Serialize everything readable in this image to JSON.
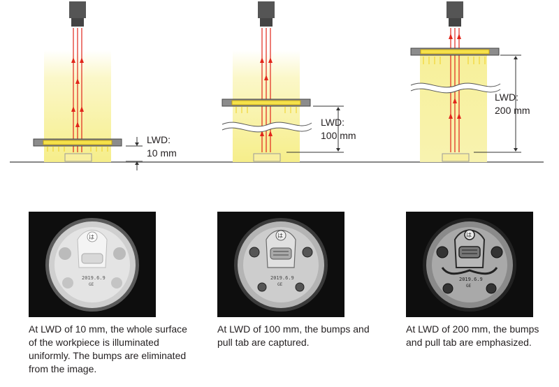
{
  "panels": [
    {
      "lwd_label": "LWD:",
      "lwd_value": "10 mm",
      "caption": "At LWD of 10 mm, the whole surface of the workpiece is illuminated uniformly. The bumps are eliminated from the image.",
      "photo": {
        "text_line1": "2019.6.9",
        "text_line2": "GE",
        "top_char": "は"
      }
    },
    {
      "lwd_label": "LWD:",
      "lwd_value": "100 mm",
      "caption": "At LWD of 100 mm, the bumps and pull tab are captured.",
      "photo": {
        "text_line1": "2019.6.9",
        "text_line2": "GE",
        "top_char": "は"
      }
    },
    {
      "lwd_label": "LWD:",
      "lwd_value": "200 mm",
      "caption": "At LWD of 200 mm, the bumps and pull tab are emphasized.",
      "photo": {
        "text_line1": "2019.6.9",
        "text_line2": "GE",
        "top_char": "は"
      }
    }
  ],
  "colors": {
    "light_glow": "#f8f3a0",
    "ray": "#e1251b",
    "ring_light_inner": "#f5e14a",
    "ring_light_frame": "#8c8c8c",
    "camera": "#555555",
    "photo_bg": "#0e0e0e"
  },
  "icons": [
    "camera-icon",
    "ring-light-icon",
    "break-wave-icon",
    "workpiece-icon",
    "dimension-arrow-icon"
  ]
}
